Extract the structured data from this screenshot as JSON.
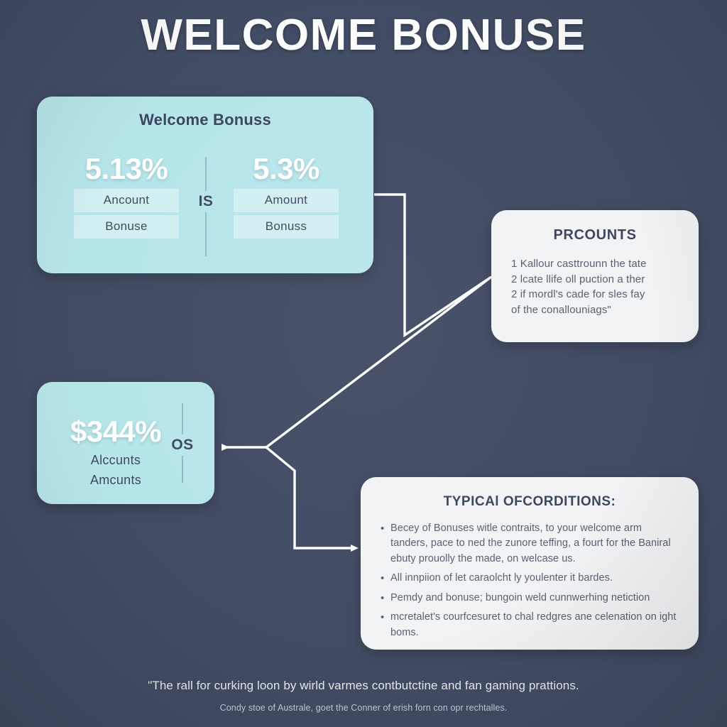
{
  "page": {
    "title": "WELCOME BONUSE",
    "background_color": "#424c64",
    "card_teal_color": "#b7e6ea",
    "card_white_color": "#f2f3f5",
    "connector_color": "#ffffff",
    "heading_text_color": "#3b4660"
  },
  "welcome_bonus_card": {
    "heading": "Welcome Bonuss",
    "divider_label": "IS",
    "left": {
      "value": "5.13%",
      "chip_1": "Ancount",
      "chip_2": "Bonuse"
    },
    "right": {
      "value": "5.3%",
      "chip_1": "Amount",
      "chip_2": "Bonuss"
    }
  },
  "accounts_card": {
    "value": "$344%",
    "label_1": "Alccunts",
    "label_2": "Amcunts",
    "divider_label": "OS"
  },
  "prcounts_card": {
    "heading": "PRCOUNTS",
    "items": [
      "1 Kallour casttrounn the tate",
      "2 lcate llife oll puction a ther",
      "2 if mordl's cade for sles fay",
      "of the conallouniags\""
    ]
  },
  "conditions_card": {
    "heading": "TYPICAl OFCORDITIONS:",
    "items": [
      "Becey of Bonuses witle contraits, to your welcome arm tanders, pace to ned the zunore teffing, a fourt for the Baniral ebuty prouolly the made, on welcase us.",
      "All innpiion of let caraolcht ly youlenter it bardes.",
      "Pemdy and bonuse; bungoin weld cunnwerhing netiction",
      "mcretalet's courfcesuret to chal redgres ane celenation on ight boms."
    ]
  },
  "footer": {
    "primary": "\"The rall for curking loon by wirld varmes contbutctine and fan gaming prattions.",
    "secondary": "Condy stoe of Australe, goet the Conner of erish forn con opr rechtalles."
  }
}
